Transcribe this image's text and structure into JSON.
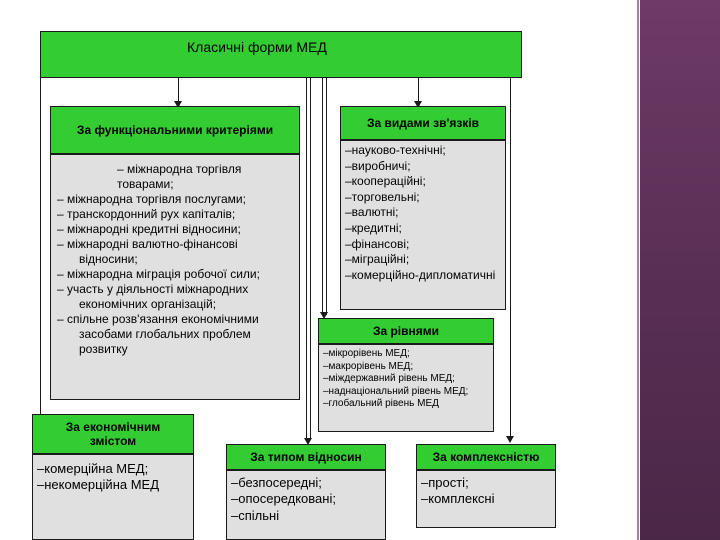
{
  "title": "Класичні форми МЕД",
  "functional": {
    "header": "За функціональними критеріями",
    "lead": "– міжнародна торгівля товарами;",
    "items": [
      "–  міжнародна торгівля послугами;",
      "–  транскордонний рух капіталів;",
      "–  міжнародні кредитні відносини;",
      "–  міжнародні валютно-фінансові відносини;",
      "–  міжнародна міграція робочої сили;",
      "–  участь у діяльності міжнародних економічних організацій;",
      "–  спільне розв'язання економічними засобами глобальних проблем розвитку"
    ]
  },
  "links": {
    "header": "За видами зв'язків",
    "items": [
      "–науково-технічні;",
      "–виробничі;",
      "–коопераційні;",
      "–торговельні;",
      "–валютні;",
      "–кредитні;",
      "–фінансові;",
      "–міграційні;",
      "–комерційно-дипломатичні"
    ]
  },
  "levels": {
    "header": "За рівнями",
    "items": [
      "–мікрорівень МЕД;",
      "–макрорівень МЕД;",
      "–міждержавний рівень МЕД;",
      "–наднаціональний рівень МЕД;",
      "–глобальний рівень МЕД"
    ]
  },
  "economic": {
    "header": "За економічним змістом",
    "items": [
      "–комерційна МЕД;",
      "–некомерційна МЕД"
    ]
  },
  "relations": {
    "header": "За типом відносин",
    "items": [
      "–безпосередні;",
      "–опосередковані;",
      "–спільні"
    ]
  },
  "complexity": {
    "header": "За комплексністю",
    "items": [
      "–прості;",
      "–комплексні"
    ]
  },
  "colors": {
    "header_fill": "#33cc33",
    "list_fill": "#e0e0e0",
    "sidebar": "#5a2f56"
  }
}
